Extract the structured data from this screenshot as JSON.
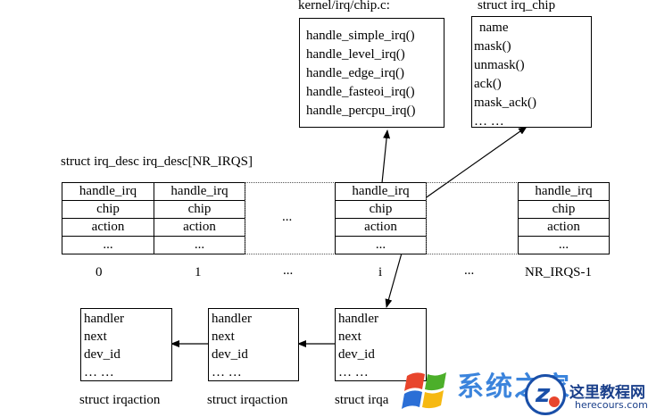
{
  "chip_file": {
    "title": "kernel/irq/chip.c:",
    "items": [
      "handle_simple_irq()",
      "handle_level_irq()",
      "handle_edge_irq()",
      "handle_fasteoi_irq()",
      "handle_percpu_irq()"
    ]
  },
  "irq_chip": {
    "title": "struct irq_chip",
    "items": [
      "name",
      "mask()",
      "unmask()",
      "ack()",
      "mask_ack()",
      "… …"
    ]
  },
  "irq_desc": {
    "title": "struct irq_desc irq_desc[NR_IRQS]",
    "fields": [
      "handle_irq",
      "chip",
      "action",
      "..."
    ],
    "gap_text": "...",
    "indices": [
      "0",
      "1",
      "...",
      "i",
      "...",
      "NR_IRQS-1"
    ]
  },
  "irqaction": {
    "fields": [
      "handler",
      "next",
      "dev_id",
      "… …"
    ],
    "captions": [
      "struct irqaction",
      "struct irqaction",
      "struct irqa"
    ]
  },
  "watermark": {
    "brand": "系统之家",
    "site_name": "这里教程网",
    "site_url": "herecours.com"
  }
}
